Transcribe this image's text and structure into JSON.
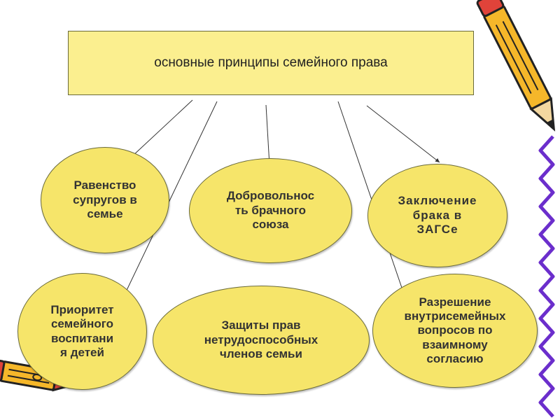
{
  "title": "основные принципы семейного права",
  "principles": [
    "Равенство\nсупругов в\nсемье",
    "Добровольнос\nть брачного\nсоюза",
    "Заключение\nбрака в\nЗАГСе",
    "Приоритет\nсемейного\nвоспитани\nя детей",
    "Защиты прав\nнетрудоспособных\nчленов семьи",
    "Разрешение\nвнутрисемейных\nвопросов по\nвзаимному\nсогласию"
  ],
  "colors": {
    "box_fill": "#fbef8f",
    "ellipse_fill": "#f6e56a",
    "border": "#6b6b3a",
    "squiggle": "#6b2ecc"
  },
  "icons": [
    "pencil-icon",
    "pencil-icon",
    "squiggle-decoration"
  ]
}
